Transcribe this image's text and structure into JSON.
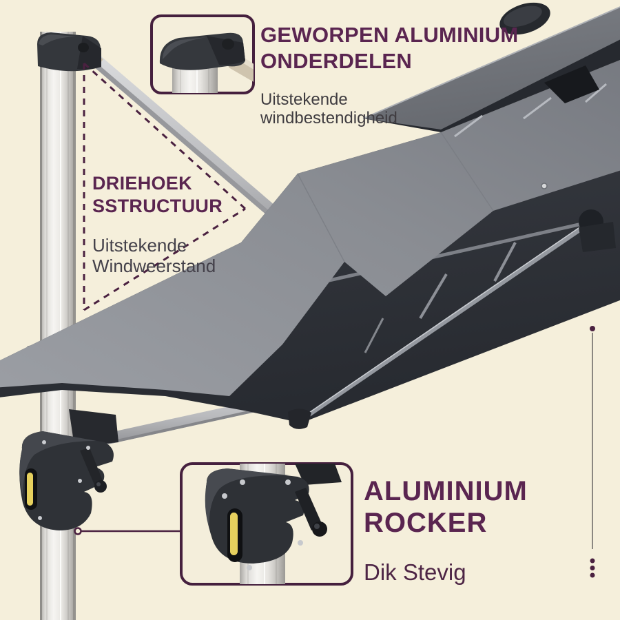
{
  "scene": {
    "background_color": "#f5efdb",
    "canopy_top_color": "#8a8d93",
    "canopy_under_color": "#32353c",
    "vent_color": "#73767c",
    "pole_color": "#e9e7e3",
    "accent_yellow": "#e6d05e",
    "heading_purple": "#5a2550",
    "outline_purple": "#4a2140",
    "body_text_color": "#3f3c40",
    "divider_line_color": "#8b8781"
  },
  "callouts": {
    "cast_aluminum": {
      "title": "GEWORPEN ALUMINIUM\nONDERDELEN",
      "subtitle": "Uitstekende\nwindbestendigheid"
    },
    "triangle": {
      "title": "DRIEHOEK\nSSTRUCTUUR",
      "subtitle": "Uitstekende\nWindweerstand"
    },
    "rocker": {
      "title": "ALUMINIUM\nROCKER",
      "subtitle": "Dik Stevig"
    }
  },
  "insets": {
    "joint_detail": "pole-top-joint-close-up",
    "crank_detail": "aluminium-crank-handle-close-up"
  },
  "decorations": {
    "divider_dots_count": 3,
    "triangle_outline_style": "dashed"
  }
}
